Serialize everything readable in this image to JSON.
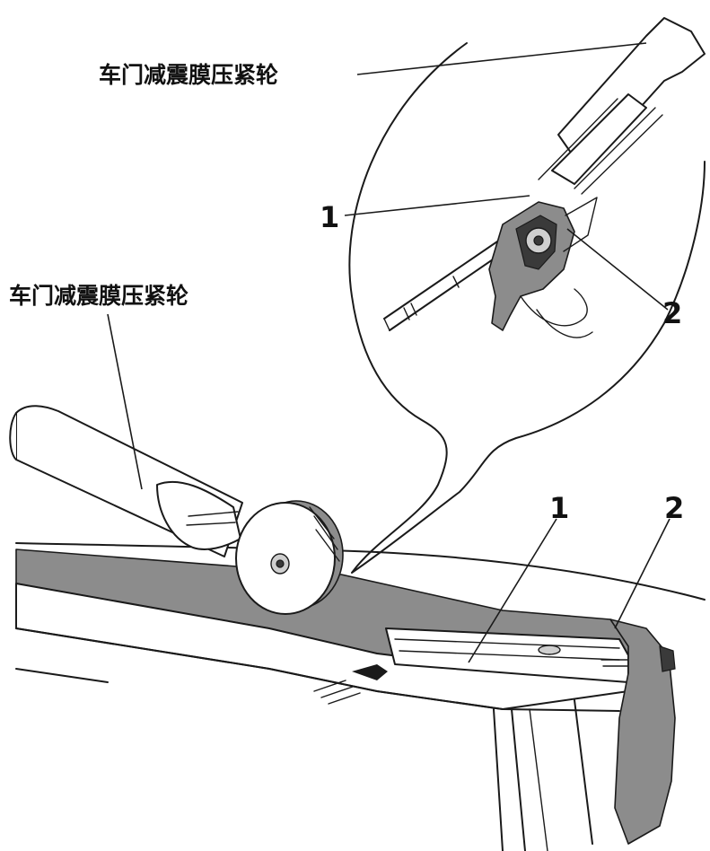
{
  "labels": {
    "tool_label_top": "车门减震膜压紧轮",
    "tool_label_left": "车门减震膜压紧轮",
    "detail_callout_1": "1",
    "detail_callout_2": "2",
    "main_callout_1": "1",
    "main_callout_2": "2"
  }
}
